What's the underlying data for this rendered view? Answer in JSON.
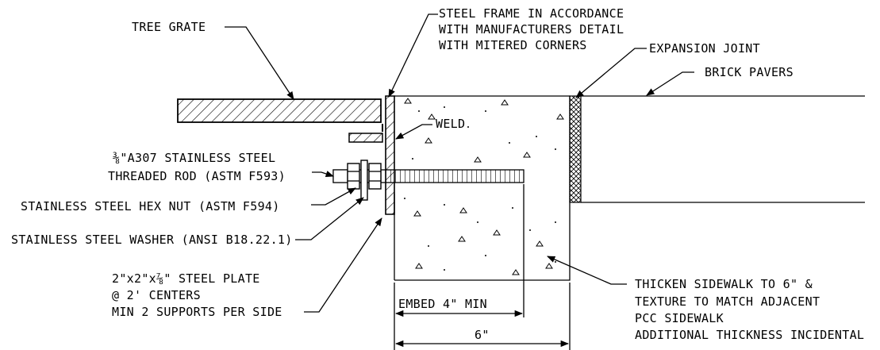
{
  "labels": {
    "tree_grate": "TREE GRATE",
    "steel_frame_1": "STEEL FRAME IN ACCORDANCE",
    "steel_frame_2": "WITH MANUFACTURERS DETAIL",
    "steel_frame_3": "WITH MITERED CORNERS",
    "expansion_joint": "EXPANSION JOINT",
    "brick_pavers": "BRICK PAVERS",
    "weld": "WELD",
    "rod_1": "⅜\"A307 STAINLESS STEEL",
    "rod_2": "THREADED ROD (ASTM F593)",
    "hex_nut": "STAINLESS STEEL HEX NUT (ASTM F594)",
    "washer": "STAINLESS STEEL WASHER (ANSI B18.22.1)",
    "plate_1": "2\"x2\"x⅞\" STEEL PLATE",
    "plate_2": "@ 2' CENTERS",
    "plate_3": "MIN 2 SUPPORTS PER SIDE",
    "thicken_1": "THICKEN SIDEWALK TO 6\" &",
    "thicken_2": "TEXTURE TO MATCH ADJACENT",
    "thicken_3": "PCC SIDEWALK",
    "thicken_4": "ADDITIONAL THICKNESS INCIDENTAL",
    "embed": "EMBED 4\" MIN",
    "width_dim": "6\""
  },
  "colors": {
    "line": "#000000",
    "background": "#ffffff"
  }
}
